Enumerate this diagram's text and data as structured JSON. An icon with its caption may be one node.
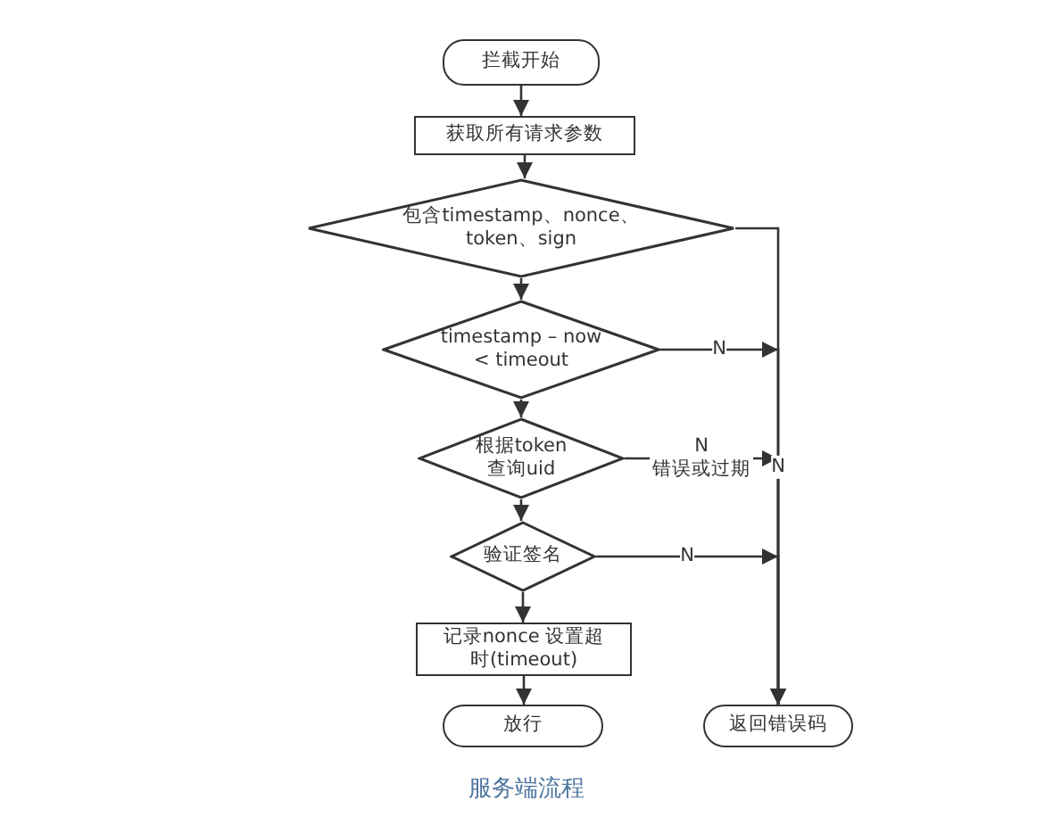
{
  "diagram": {
    "caption": "服务端流程",
    "nodes": [
      {
        "text": [
          "拦截开始"
        ]
      },
      {
        "text": [
          "获取所有请求参数"
        ]
      },
      {
        "text": [
          "包含timestamp、nonce、token、sign"
        ]
      },
      {
        "text": [
          "timestamp – now < timeout"
        ]
      },
      {
        "text": [
          "根据token 查询uid"
        ]
      },
      {
        "text": [
          "验证签名"
        ]
      },
      {
        "text": [
          "记录nonce 设置超时(timeout)"
        ]
      },
      {
        "text": [
          "放行"
        ]
      },
      {
        "text": [
          "返回错误码"
        ]
      }
    ],
    "edges": [
      {
        "from": 0,
        "to": 1,
        "arrow": "to"
      },
      {
        "from": 1,
        "to": 2,
        "arrow": "to"
      },
      {
        "from": 2,
        "to": 3,
        "arrow": "to"
      },
      {
        "from": 3,
        "to": 4,
        "arrow": "to"
      },
      {
        "from": 4,
        "to": 5,
        "arrow": "to"
      },
      {
        "from": 5,
        "to": 6,
        "arrow": "to"
      },
      {
        "from": 6,
        "to": 7,
        "arrow": "to"
      },
      {
        "from": 2,
        "to": 8,
        "arrow": "to",
        "label": "N"
      },
      {
        "from": 3,
        "to": 8,
        "arrow": "to",
        "label": "N"
      },
      {
        "from": 4,
        "to": 8,
        "arrow": "to",
        "label": "N 错误或过期"
      },
      {
        "from": 5,
        "to": 8,
        "arrow": "to",
        "label": "N"
      }
    ]
  }
}
